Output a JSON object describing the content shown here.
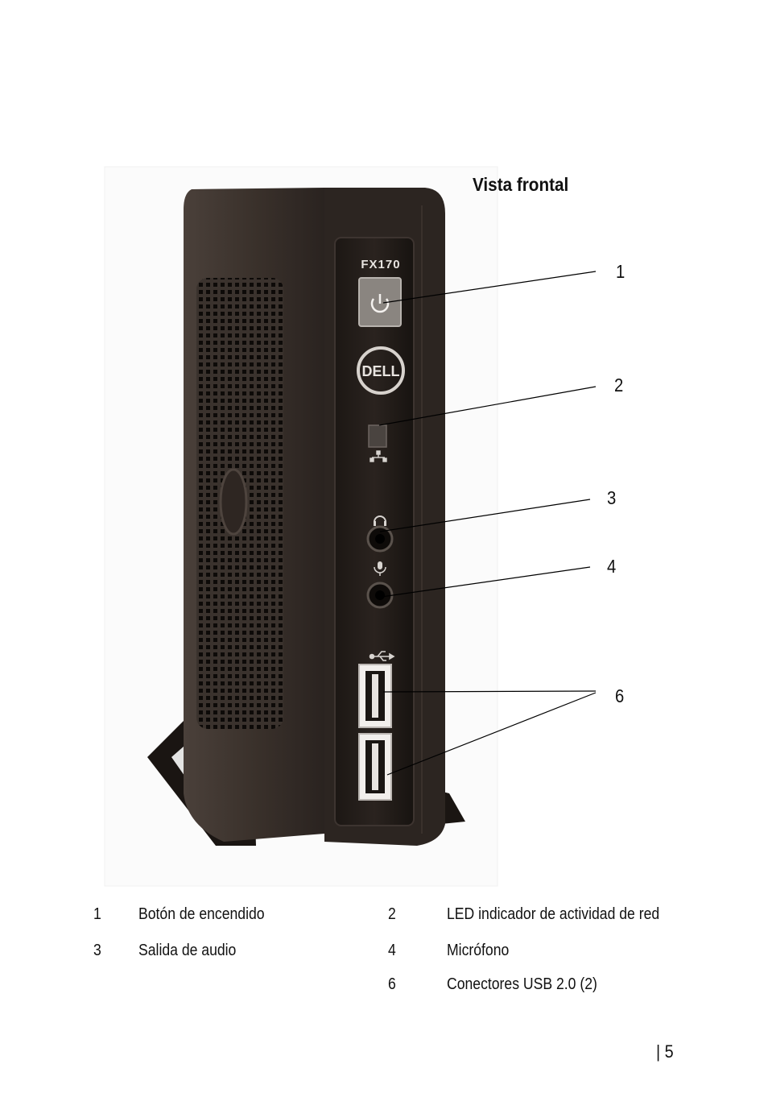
{
  "figure": {
    "title": "Vista frontal",
    "model_label": "FX170",
    "brand_logo": "DELL",
    "callouts": [
      "1",
      "2",
      "3",
      "4",
      "6"
    ],
    "icons": [
      "power-icon",
      "network-icon",
      "headphone-icon",
      "microphone-icon",
      "usb-icon"
    ]
  },
  "legend": [
    {
      "num": "1",
      "text": "Botón de encendido"
    },
    {
      "num": "2",
      "text": "LED indicador de actividad de red"
    },
    {
      "num": "3",
      "text": "Salida de audio"
    },
    {
      "num": "4",
      "text": "Micrófono"
    },
    {
      "num": "6",
      "text": "Conectores USB 2.0 (2)"
    }
  ],
  "page_number": "| 5",
  "colors": {
    "case": "#2b2420",
    "face": "#1f1a17",
    "power_button": "#8a8580"
  }
}
